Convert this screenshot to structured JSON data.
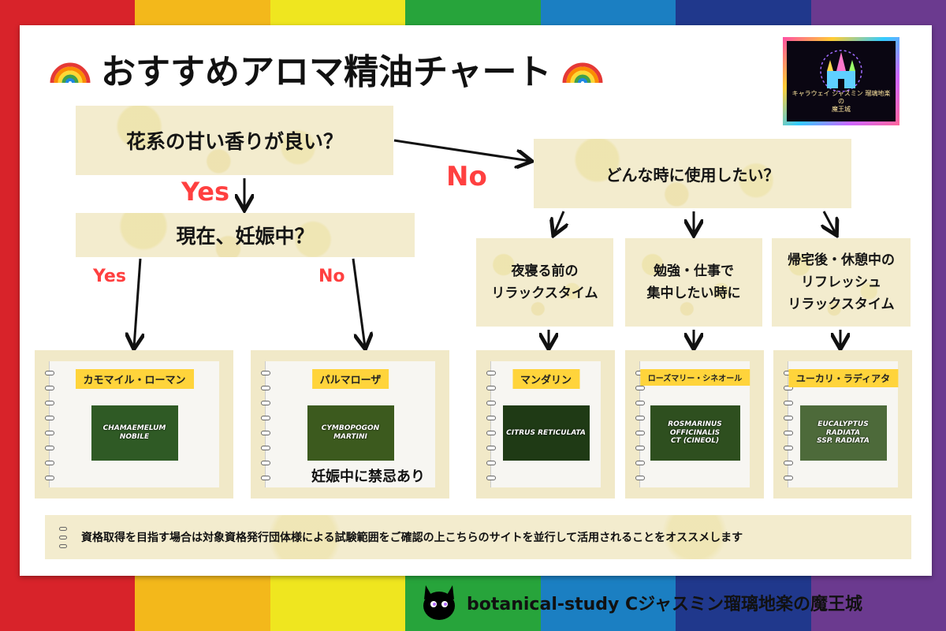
{
  "title": "おすすめアロマ精油チャート",
  "logo": {
    "line1": "キャラウェイ ジャスミン 瑠璃地楽",
    "line2": "の",
    "line3": "魔王城"
  },
  "questions": {
    "q1": "花系の甘い香りが良い？",
    "q2": "現在、妊娠中？",
    "q3": "どんな時に使用したい？"
  },
  "labels": {
    "yes1": "Yes",
    "no1": "No",
    "yes2": "Yes",
    "no2": "No"
  },
  "uses": {
    "u1": [
      "夜寝る前の",
      "リラックスタイム"
    ],
    "u2": [
      "勉強・仕事で",
      "集中したい時に"
    ],
    "u3": [
      "帰宅後・休憩中の",
      "リフレッシュ",
      "リラックスタイム"
    ]
  },
  "oils": [
    {
      "name": "カモマイル・ローマン",
      "latin": "CHAMAEMELUM NOBILE",
      "photo_color": "#2f5a25"
    },
    {
      "name": "パルマローザ",
      "latin": "CYMBOPOGON MARTINI",
      "photo_color": "#3c5a1e",
      "warning": "妊娠中に禁忌あり"
    },
    {
      "name": "マンダリン",
      "latin": "CITRUS RETICULATA",
      "photo_color": "#1f3a15"
    },
    {
      "name": "ローズマリー・シネオール",
      "latin": [
        "ROSMARINUS OFFICINALIS",
        "CT (CINEOL)"
      ],
      "photo_color": "#2e4f1f"
    },
    {
      "name": "ユーカリ・ラディアタ",
      "latin": [
        "EUCALYPTUS RADIATA",
        "SSP. RADIATA"
      ],
      "photo_color": "#4d6a3a"
    }
  ],
  "note": "資格取得を目指す場合は対象資格発行団体様による試験範囲をご確認の上こちらのサイトを並行して活用されることをオススメします",
  "footer": "botanical-study Cジャスミン瑠璃地楽の魔王城",
  "colors": {
    "label_red": "#ff4040",
    "name_tag": "#ffd43b",
    "paper": "#f3ecce"
  },
  "stripes": [
    "#d8232a",
    "#f3b81b",
    "#efe61f",
    "#27a43b",
    "#1b7fc2",
    "#20388c",
    "#6b3a8f"
  ]
}
